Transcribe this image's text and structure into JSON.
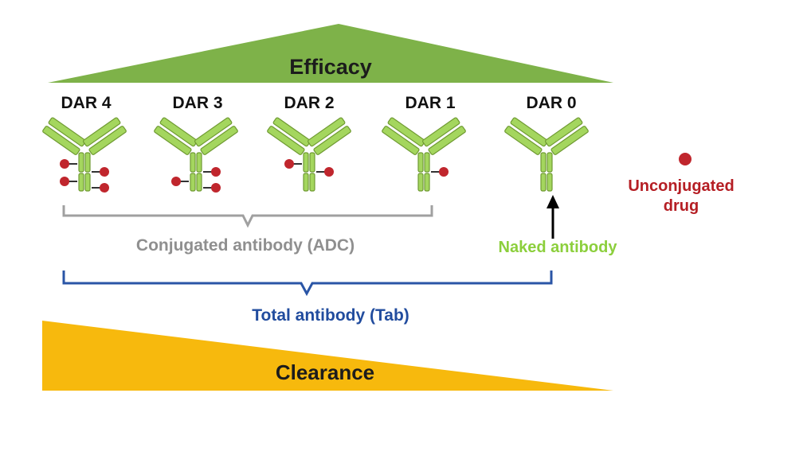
{
  "efficacy": {
    "label": "Efficacy",
    "color": "#7eb249"
  },
  "clearance": {
    "label": "Clearance",
    "color": "#f7b90d"
  },
  "dar_labels": [
    "DAR 4",
    "DAR 3",
    "DAR 2",
    "DAR 1",
    "DAR 0"
  ],
  "drug_counts": [
    4,
    3,
    2,
    1,
    0
  ],
  "conjugated_label": "Conjugated antibody (ADC)",
  "naked_label": "Naked antibody",
  "total_label": "Total antibody (Tab)",
  "unconjugated": {
    "line1": "Unconjugated",
    "line2": "drug"
  },
  "colors": {
    "antibody": "#a4d65e",
    "antibody_stroke": "#6f9a32",
    "drug": "#c0262d",
    "conjugated_bracket": "#a0a0a0",
    "total_bracket": "#2a55a6",
    "unconjugated_text": "#b51e24",
    "naked_text": "#8ccf3c",
    "total_text": "#214c9e"
  }
}
